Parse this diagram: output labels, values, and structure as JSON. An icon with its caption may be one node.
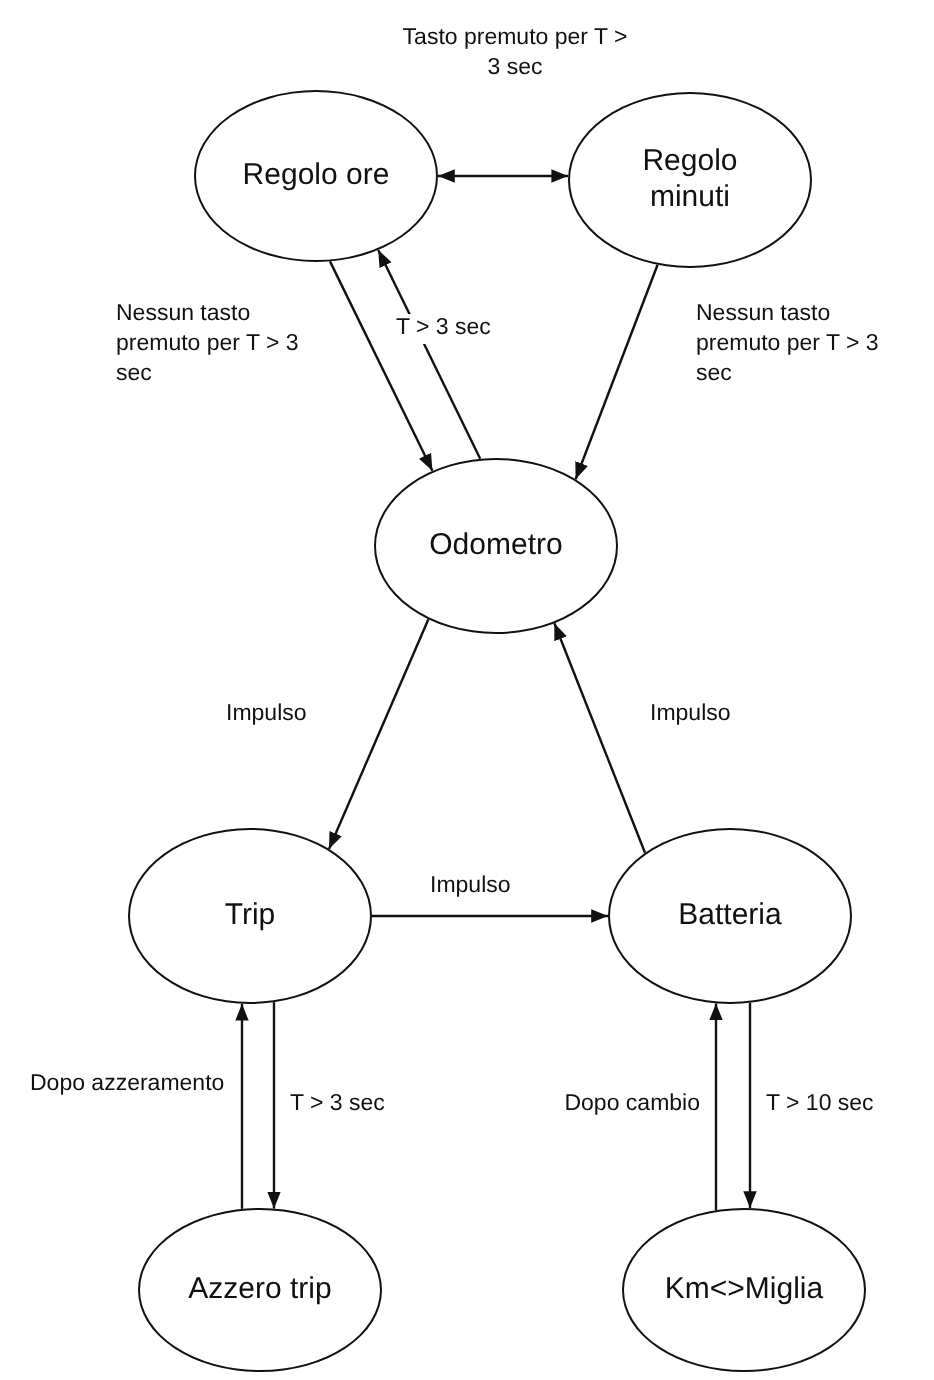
{
  "diagram": {
    "nodes": [
      {
        "text": [
          "Regolo ore"
        ]
      },
      {
        "text": [
          "Regolo minuti"
        ]
      },
      {
        "text": [
          "Odometro"
        ]
      },
      {
        "text": [
          "Trip"
        ]
      },
      {
        "text": [
          "Batteria"
        ]
      },
      {
        "text": [
          "Azzero trip"
        ]
      },
      {
        "text": [
          "Km<>Miglia"
        ]
      }
    ],
    "edges": [
      {
        "from": 0,
        "to": 1,
        "arrow": "both",
        "label": "Tasto premuto per T > 3 sec"
      },
      {
        "from": 0,
        "to": 2,
        "arrow": "to",
        "label": "Nessun tasto premuto per T > 3 sec"
      },
      {
        "from": 2,
        "to": 0,
        "arrow": "to",
        "label": "T > 3 sec"
      },
      {
        "from": 1,
        "to": 2,
        "arrow": "to",
        "label": "Nessun tasto premuto per T > 3 sec"
      },
      {
        "from": 2,
        "to": 3,
        "arrow": "to",
        "label": "Impulso"
      },
      {
        "from": 4,
        "to": 2,
        "arrow": "to",
        "label": "Impulso"
      },
      {
        "from": 3,
        "to": 4,
        "arrow": "to",
        "label": "Impulso"
      },
      {
        "from": 3,
        "to": 5,
        "arrow": "to",
        "label": "T > 3 sec"
      },
      {
        "from": 5,
        "to": 3,
        "arrow": "to",
        "label": "Dopo azzeramento"
      },
      {
        "from": 4,
        "to": 6,
        "arrow": "to",
        "label": "T > 10 sec"
      },
      {
        "from": 6,
        "to": 4,
        "arrow": "to",
        "label": "Dopo cambio"
      }
    ]
  }
}
